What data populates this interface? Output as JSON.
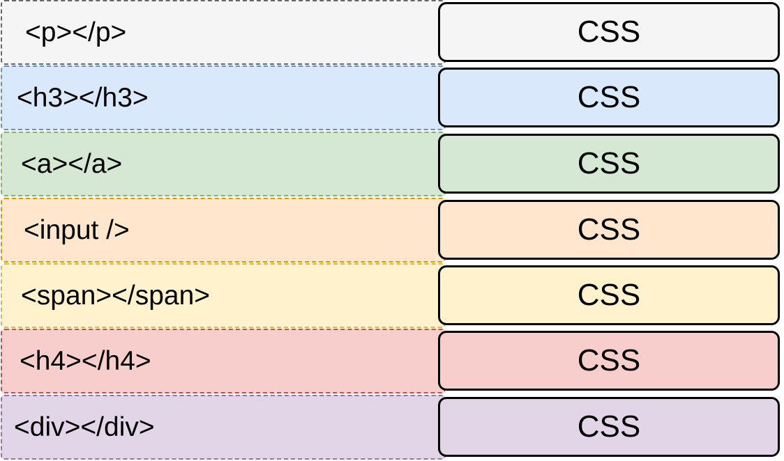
{
  "rows": [
    {
      "element": "<p></p>",
      "style": "CSS",
      "fill": "#f5f5f5",
      "stroke": "#666666"
    },
    {
      "element": "<h3></h3>",
      "style": "CSS",
      "fill": "#dae8fc",
      "stroke": "#6c8ebf"
    },
    {
      "element": "<a></a>",
      "style": "CSS",
      "fill": "#d5e8d4",
      "stroke": "#82b366"
    },
    {
      "element": "<input />",
      "style": "CSS",
      "fill": "#ffe6cc",
      "stroke": "#d79b00"
    },
    {
      "element": "<span></span>",
      "style": "CSS",
      "fill": "#fff2cc",
      "stroke": "#d6b656"
    },
    {
      "element": "<h4></h4>",
      "style": "CSS",
      "fill": "#f8cecc",
      "stroke": "#b85450"
    },
    {
      "element": "<div></div>",
      "style": "CSS",
      "fill": "#e1d5e7",
      "stroke": "#9673a6"
    }
  ]
}
